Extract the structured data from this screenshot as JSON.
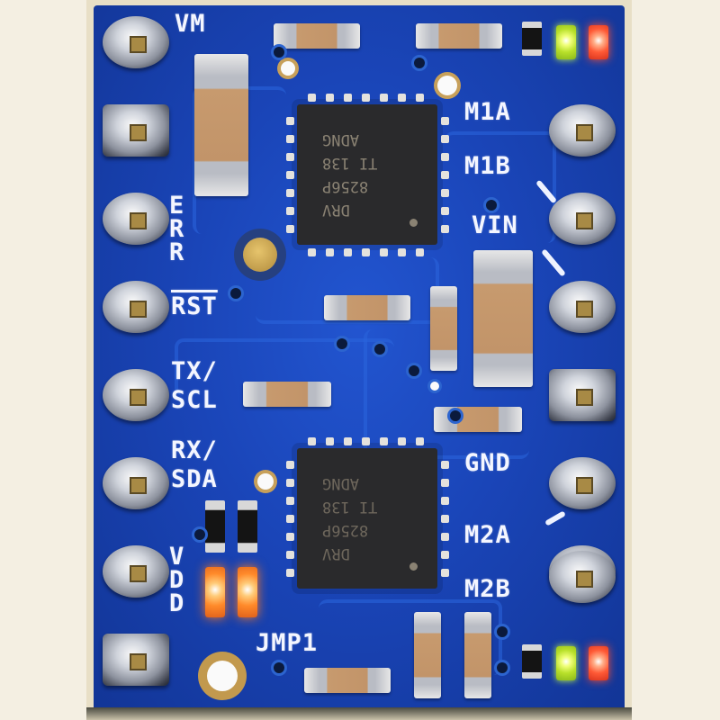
{
  "image": {
    "subject": "Blue motor driver carrier PCB with two DRV8256P driver chips",
    "board_color": "#1a45b8"
  },
  "left_pins": [
    {
      "label": "VM",
      "shape": "round"
    },
    {
      "label": "",
      "shape": "square"
    },
    {
      "label": "ERR",
      "shape": "round"
    },
    {
      "label": "RST",
      "shape": "round"
    },
    {
      "label": "TX/ SCL",
      "shape": "round"
    },
    {
      "label": "RX/ SDA",
      "shape": "round"
    },
    {
      "label": "VDD",
      "shape": "round"
    },
    {
      "label": "",
      "shape": "square"
    }
  ],
  "right_pins": [
    {
      "label": "M1A",
      "shape": "round"
    },
    {
      "label": "M1B",
      "shape": "round"
    },
    {
      "label": "VIN",
      "shape": "round"
    },
    {
      "label": "",
      "shape": "square"
    },
    {
      "label": "GND",
      "shape": "round"
    },
    {
      "label": "M2A",
      "shape": "round"
    },
    {
      "label": "M2B",
      "shape": "round"
    }
  ],
  "silkscreen": {
    "vm": "VM",
    "err": "ERR",
    "rst": "RST",
    "tx": "TX/",
    "scl": "SCL",
    "rx": "RX/",
    "sda": "SDA",
    "vdd": "VDD",
    "jmp1": "JMP1",
    "m1a": "M1A",
    "m1b": "M1B",
    "vin": "VIN",
    "gnd": "GND",
    "m2a": "M2A",
    "m2b": "M2B"
  },
  "chips": [
    {
      "line1": "DRV",
      "line2": "8256P",
      "line3": "TI 138",
      "line4": "ADNG"
    },
    {
      "line1": "DRV",
      "line2": "8256P",
      "line3": "TI 138",
      "line4": "ADNG"
    }
  ],
  "leds": {
    "top_right": [
      "off",
      "green",
      "red"
    ],
    "bottom_right": [
      "off",
      "green",
      "red"
    ],
    "left_vdd": [
      "amber",
      "amber"
    ]
  }
}
